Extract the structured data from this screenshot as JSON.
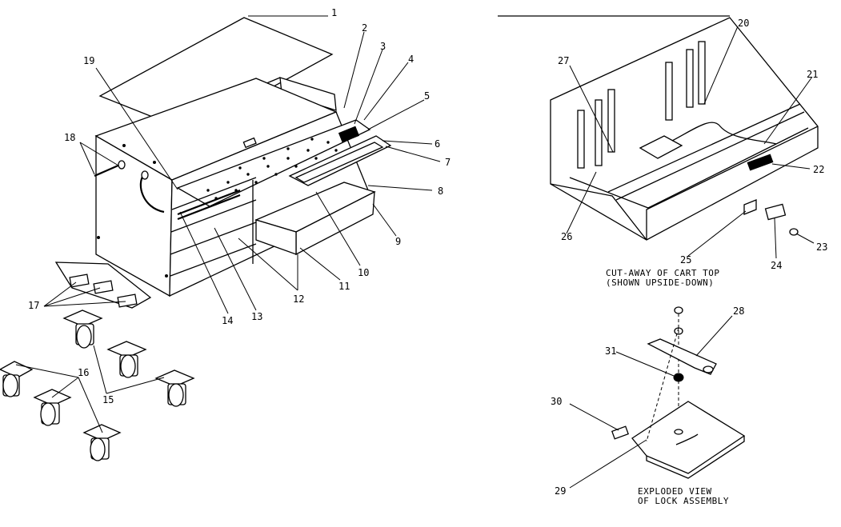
{
  "callouts": {
    "c1": "1",
    "c2": "2",
    "c3": "3",
    "c4": "4",
    "c5": "5",
    "c6": "6",
    "c7": "7",
    "c8": "8",
    "c9": "9",
    "c10": "10",
    "c11": "11",
    "c12": "12",
    "c13": "13",
    "c14": "14",
    "c15": "15",
    "c16": "16",
    "c17": "17",
    "c18": "18",
    "c19": "19",
    "c20": "20",
    "c21": "21",
    "c22": "22",
    "c23": "23",
    "c24": "24",
    "c25": "25",
    "c26": "26",
    "c27": "27",
    "c28": "28",
    "c29": "29",
    "c30": "30",
    "c31": "31"
  },
  "captions": {
    "cart_top_line1": "CUT-AWAY OF CART TOP",
    "cart_top_line2": "(SHOWN UPSIDE-DOWN)",
    "lock_line1": "EXPLODED VIEW",
    "lock_line2": "OF LOCK ASSEMBLY"
  }
}
